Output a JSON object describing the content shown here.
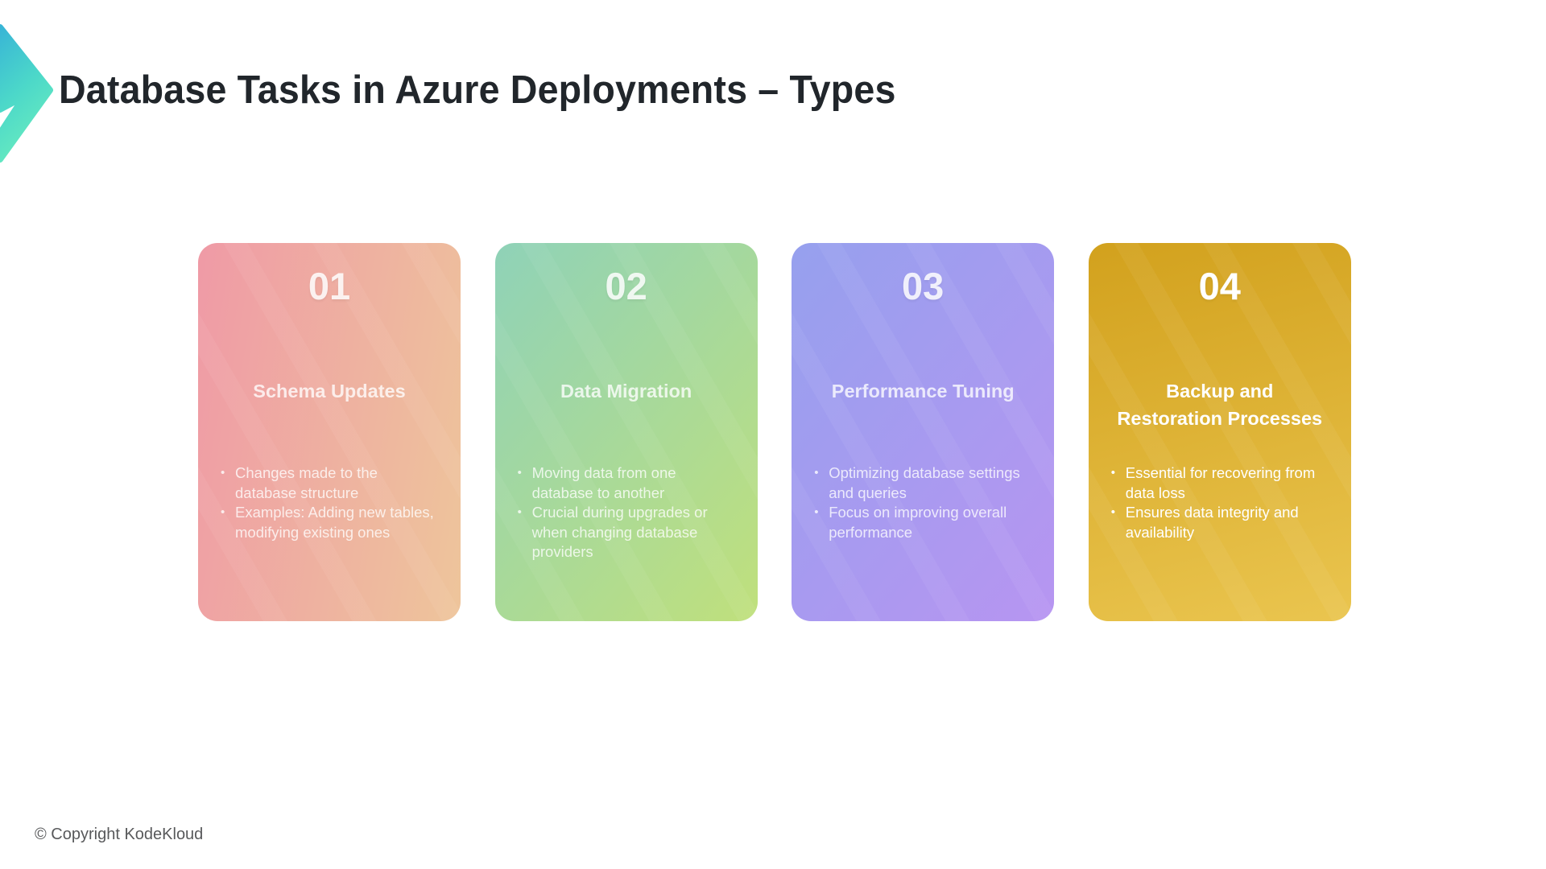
{
  "slide": {
    "title": "Database Tasks in Azure Deployments – Types",
    "footer": "© Copyright KodeKloud"
  },
  "colors": {
    "background": "#ffffff",
    "title_text": "#21262b",
    "footer_text": "#58595b",
    "logo_gradient_top": "#38b5d6",
    "logo_gradient_bottom": "#66eac0"
  },
  "icons": {
    "logo": "kodekloud-chevron"
  },
  "cards": [
    {
      "number": "01",
      "heading": "Schema Updates",
      "heading_lines": [
        "Schema Updates"
      ],
      "bullets": [
        "Changes made to the database structure",
        "Examples: Adding new tables, modifying existing ones"
      ],
      "gradient": [
        "#ef9aa6",
        "#eec59b"
      ],
      "gradient_angle": "100deg",
      "text_color": "rgba(255,255,255,0.78)",
      "number_color": "rgba(255,255,255,0.85)"
    },
    {
      "number": "02",
      "heading": "Data Migration",
      "heading_lines": [
        "Data Migration"
      ],
      "bullets": [
        "Moving data from one database to another",
        "Crucial during upgrades or when changing database providers"
      ],
      "gradient": [
        "#8fd2b8",
        "#c0e07c"
      ],
      "gradient_angle": "130deg",
      "text_color": "rgba(255,255,255,0.78)",
      "number_color": "rgba(255,255,255,0.85)"
    },
    {
      "number": "03",
      "heading": "Performance Tuning",
      "heading_lines": [
        "Performance Tuning"
      ],
      "bullets": [
        "Optimizing database settings and queries",
        "Focus on improving overall performance"
      ],
      "gradient": [
        "#96a0ee",
        "#b795f1"
      ],
      "gradient_angle": "130deg",
      "text_color": "rgba(255,255,255,0.78)",
      "number_color": "rgba(255,255,255,0.85)"
    },
    {
      "number": "04",
      "heading": "Backup and Restoration Processes",
      "heading_lines": [
        "Backup and",
        "Restoration Processes"
      ],
      "bullets": [
        "Essential for recovering from data loss",
        "Ensures data integrity and availability"
      ],
      "gradient": [
        "#d2a11d",
        "#eac54f"
      ],
      "gradient_angle": "165deg",
      "text_color": "#ffffff",
      "number_color": "#ffffff"
    }
  ]
}
